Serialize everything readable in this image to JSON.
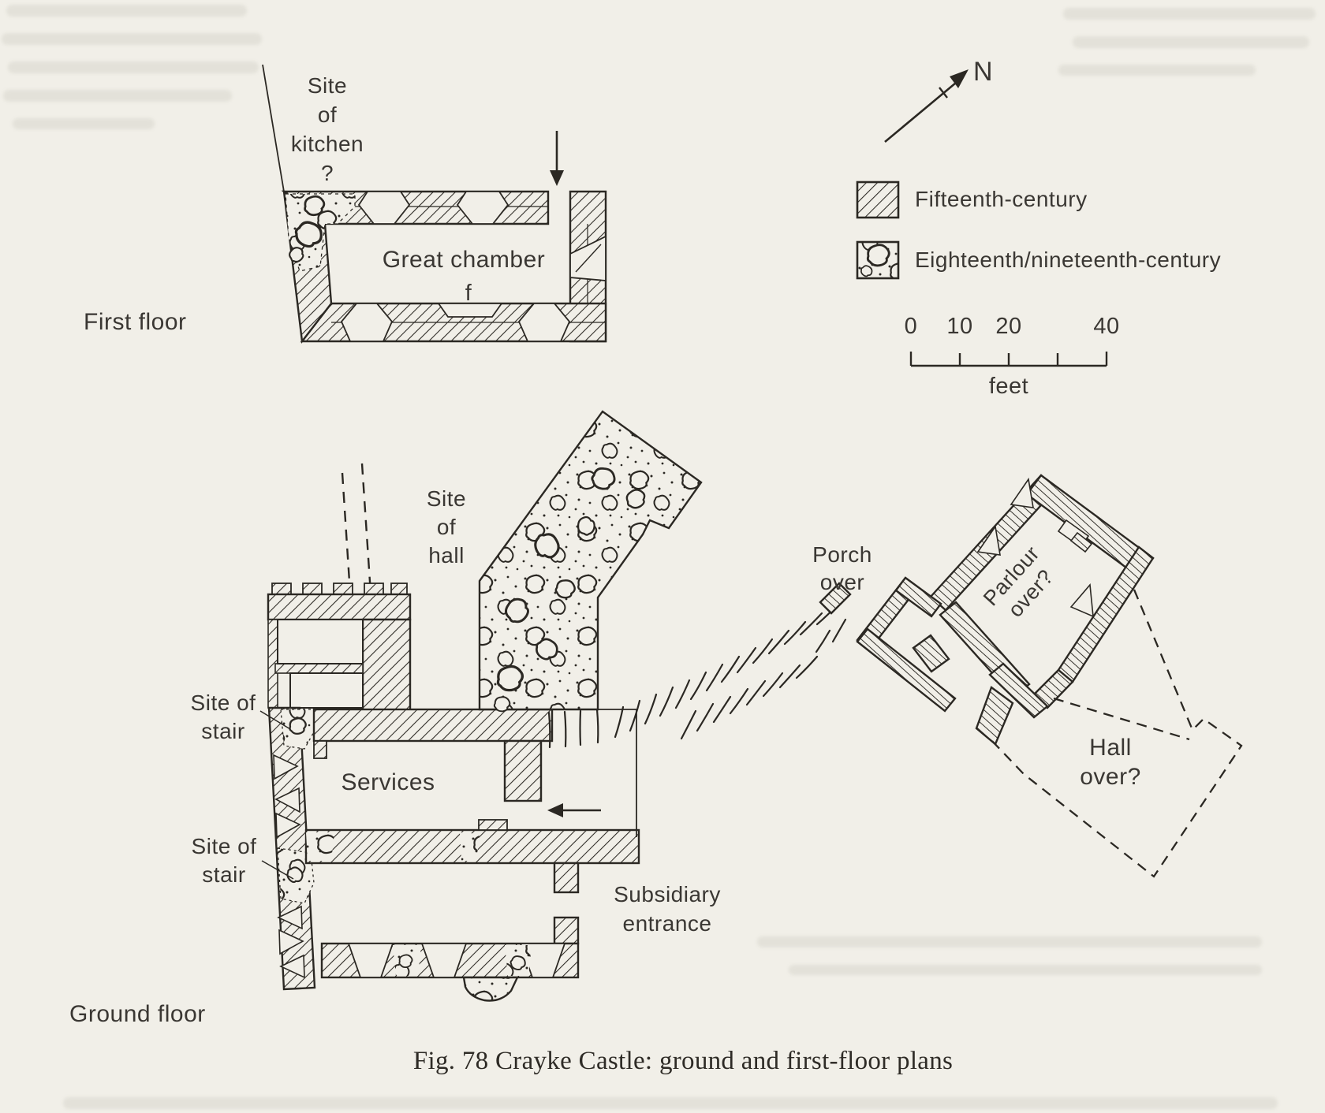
{
  "figure": {
    "caption": "Fig. 78  Crayke Castle: ground and first-floor plans"
  },
  "compass": {
    "north_label": "N"
  },
  "legend": {
    "items": [
      {
        "key": "fifteenth-century",
        "pattern": "diagonal-hatch",
        "label": "Fifteenth-century"
      },
      {
        "key": "eighteenth-nineteenth-century",
        "pattern": "stipple-rubble",
        "label": "Eighteenth/nineteenth-century"
      }
    ]
  },
  "scale_bar": {
    "tick_labels": [
      "0",
      "10",
      "20",
      "40"
    ],
    "unit": "feet"
  },
  "first_floor": {
    "floor_label": "First floor",
    "labels": {
      "site_of_kitchen": [
        "Site",
        "of",
        "kitchen",
        "?"
      ],
      "great_chamber": "Great chamber",
      "fireplace": "f"
    }
  },
  "ground_floor": {
    "floor_label": "Ground floor",
    "labels": {
      "site_of_hall": [
        "Site",
        "of",
        "hall"
      ],
      "site_of_stair_upper": [
        "Site of",
        "stair"
      ],
      "site_of_stair_lower": [
        "Site of",
        "stair"
      ],
      "services": "Services",
      "subsidiary_entrance": [
        "Subsidiary",
        "entrance"
      ]
    }
  },
  "east_building": {
    "labels": {
      "porch_over": [
        "Porch",
        "over"
      ],
      "parlour_over": [
        "Parlour",
        "over?"
      ],
      "hall_over": [
        "Hall",
        "over?"
      ]
    }
  },
  "colors": {
    "paper": "#f1efe8",
    "ink": "#2b2823"
  }
}
